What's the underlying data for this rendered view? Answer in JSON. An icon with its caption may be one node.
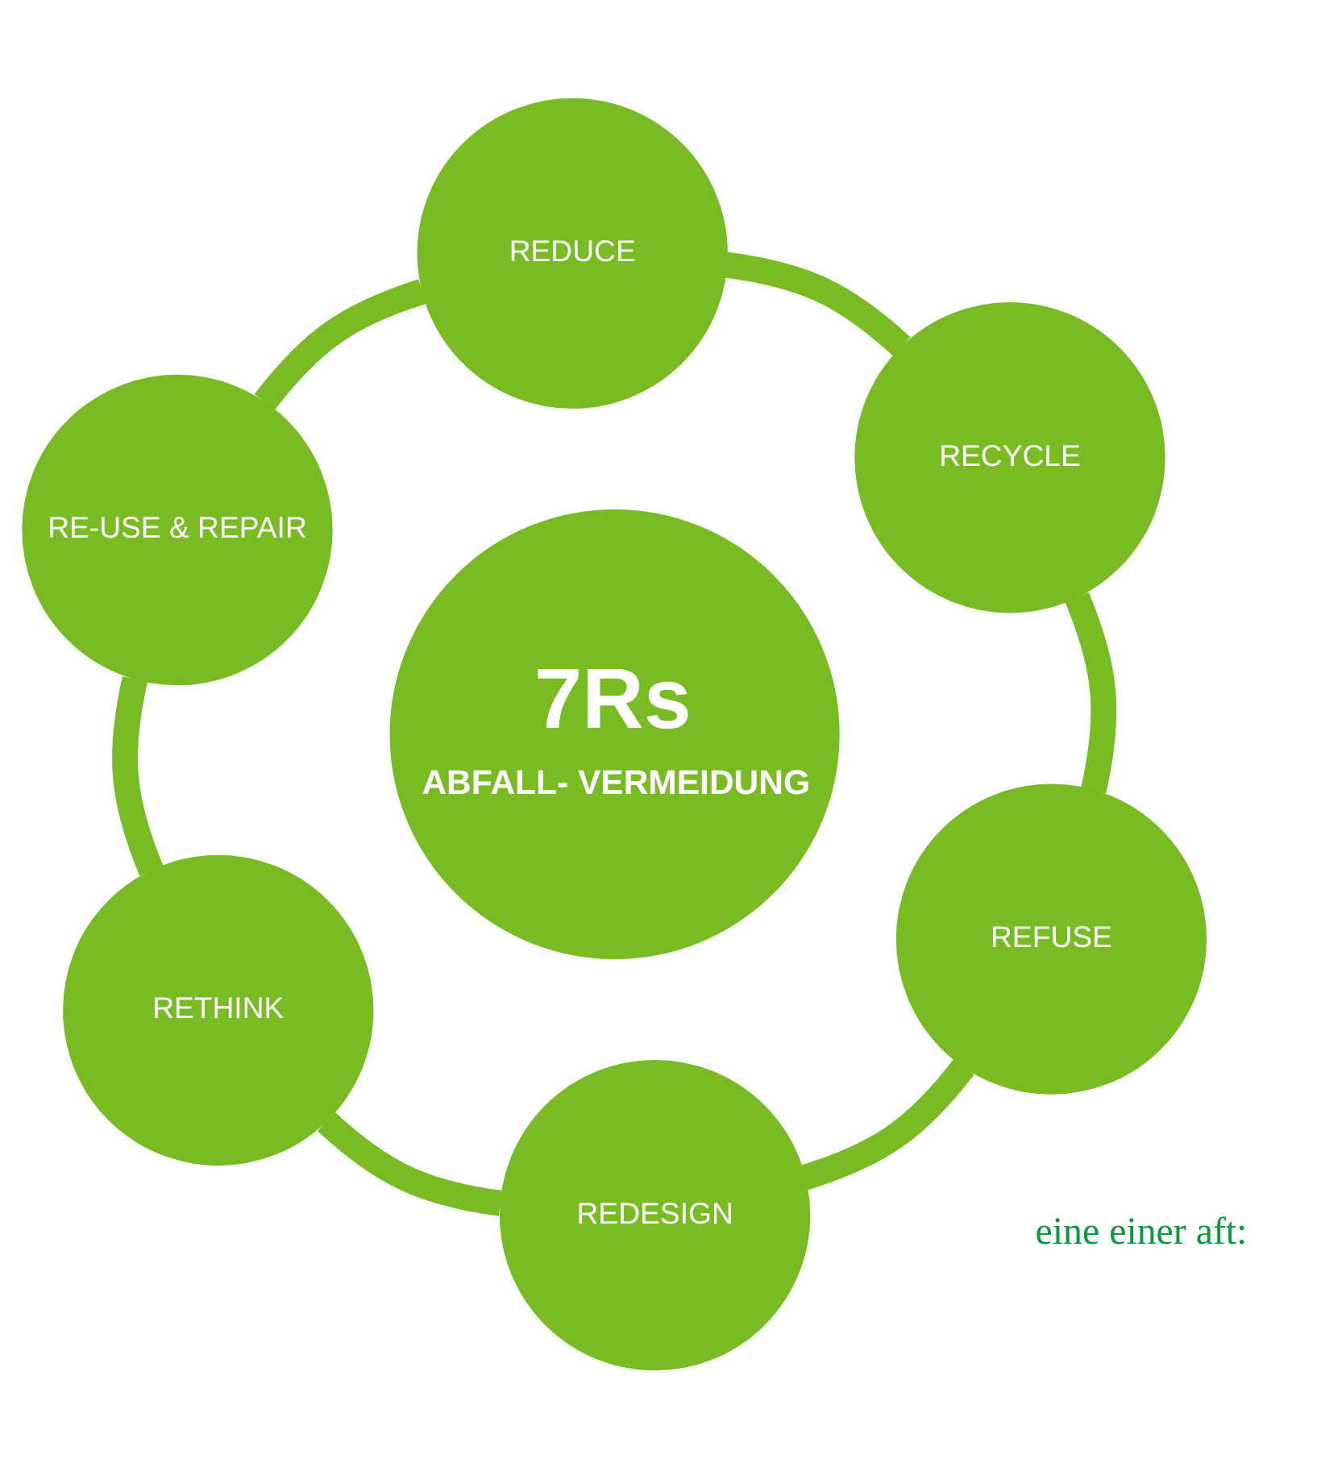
{
  "diagram": {
    "nodes": [
      {
        "text": [
          "REDUCE"
        ]
      },
      {
        "text": [
          "RECYCLE"
        ]
      },
      {
        "text": [
          "RE-USE & REPAIR"
        ]
      },
      {
        "text": [
          "7Rs",
          "ABFALL- VERMEIDUNG"
        ]
      },
      {
        "text": [
          "REFUSE"
        ]
      },
      {
        "text": [
          "RETHINK"
        ]
      },
      {
        "text": [
          "REDESIGN"
        ]
      }
    ],
    "edges": [
      {
        "from": 0,
        "to": 2,
        "arrow": "none"
      },
      {
        "from": 2,
        "to": 5,
        "arrow": "none"
      },
      {
        "from": 5,
        "to": 6,
        "arrow": "none"
      },
      {
        "from": 6,
        "to": 4,
        "arrow": "none"
      },
      {
        "from": 4,
        "to": 1,
        "arrow": "none"
      },
      {
        "from": 1,
        "to": 0,
        "arrow": "none"
      }
    ],
    "labels": [
      "eine einer aft:"
    ]
  }
}
